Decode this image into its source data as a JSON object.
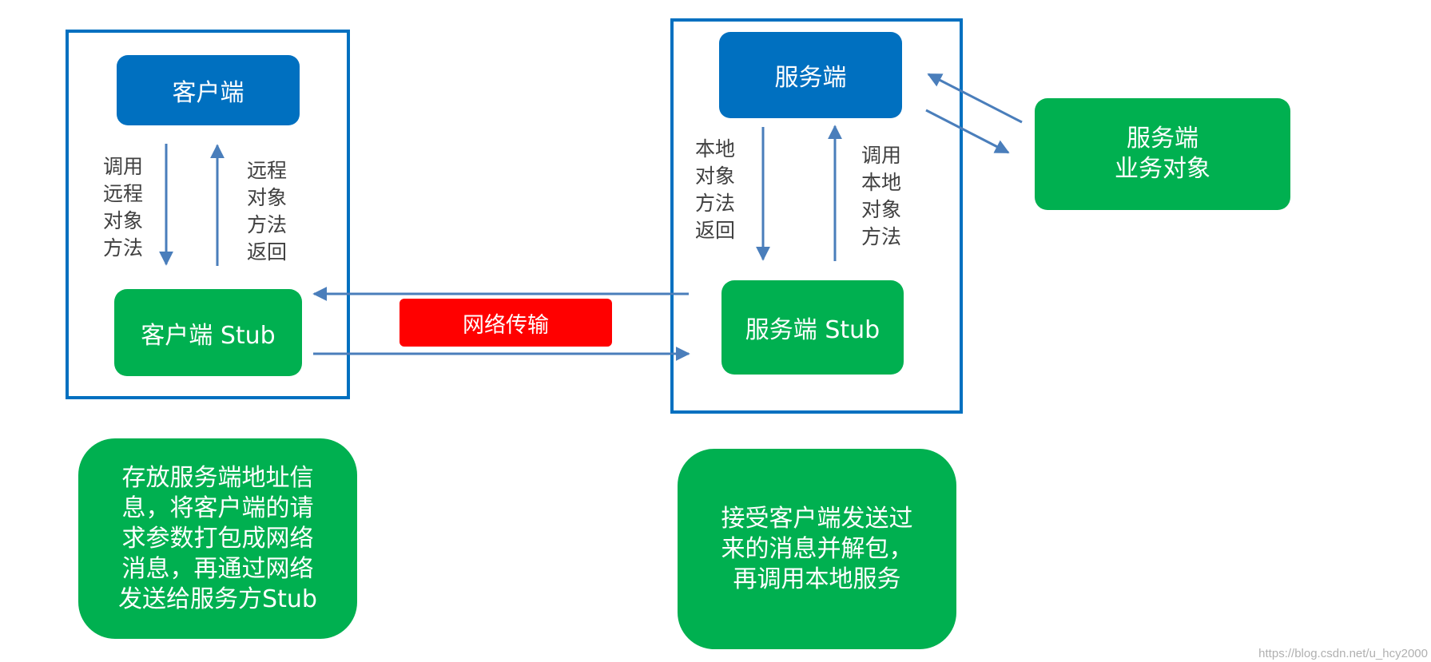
{
  "client": {
    "title": "客户端",
    "stub": "客户端 Stub",
    "call_label": "调用\n远程\n对象\n方法",
    "return_label": "远程\n对象\n方法\n返回"
  },
  "server": {
    "title": "服务端",
    "stub": "服务端 Stub",
    "return_label": "本地\n对象\n方法\n返回",
    "call_label": "调用\n本地\n对象\n方法"
  },
  "business": {
    "label": "服务端\n业务对象"
  },
  "network": {
    "label": "网络传输"
  },
  "notes": {
    "client_note": "存放服务端地址信\n息，将客户端的请\n求参数打包成网络\n消息，再通过网络\n发送给服务方Stub",
    "server_note": "接受客户端发送过\n来的消息并解包，\n再调用本地服务"
  },
  "watermark": "https://blog.csdn.net/u_hcy2000",
  "colors": {
    "frame": "#0070c0",
    "blue_box": "#0070c0",
    "green_box": "#00b050",
    "network": "#ff0000",
    "arrow": "#4a7ebb"
  }
}
